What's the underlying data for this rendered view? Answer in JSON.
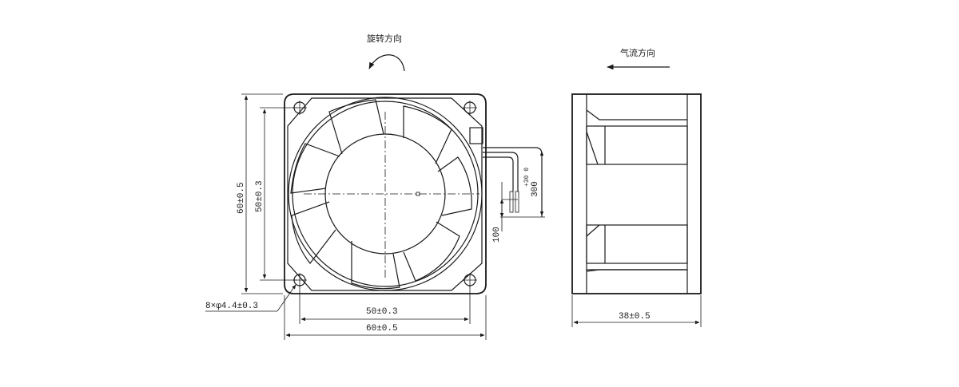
{
  "labels": {
    "rotation_direction": "旋转方向",
    "airflow_direction": "气流方向"
  },
  "dimensions": {
    "height_outer": "60±0.5",
    "height_hole_pitch": "50±0.3",
    "width_hole_pitch": "50±0.3",
    "width_outer": "60±0.5",
    "holes": "8×φ4.4±0.3",
    "depth": "38±0.5",
    "lead_length": "300",
    "lead_tolerance": "+30 0",
    "strip_length": "100"
  }
}
